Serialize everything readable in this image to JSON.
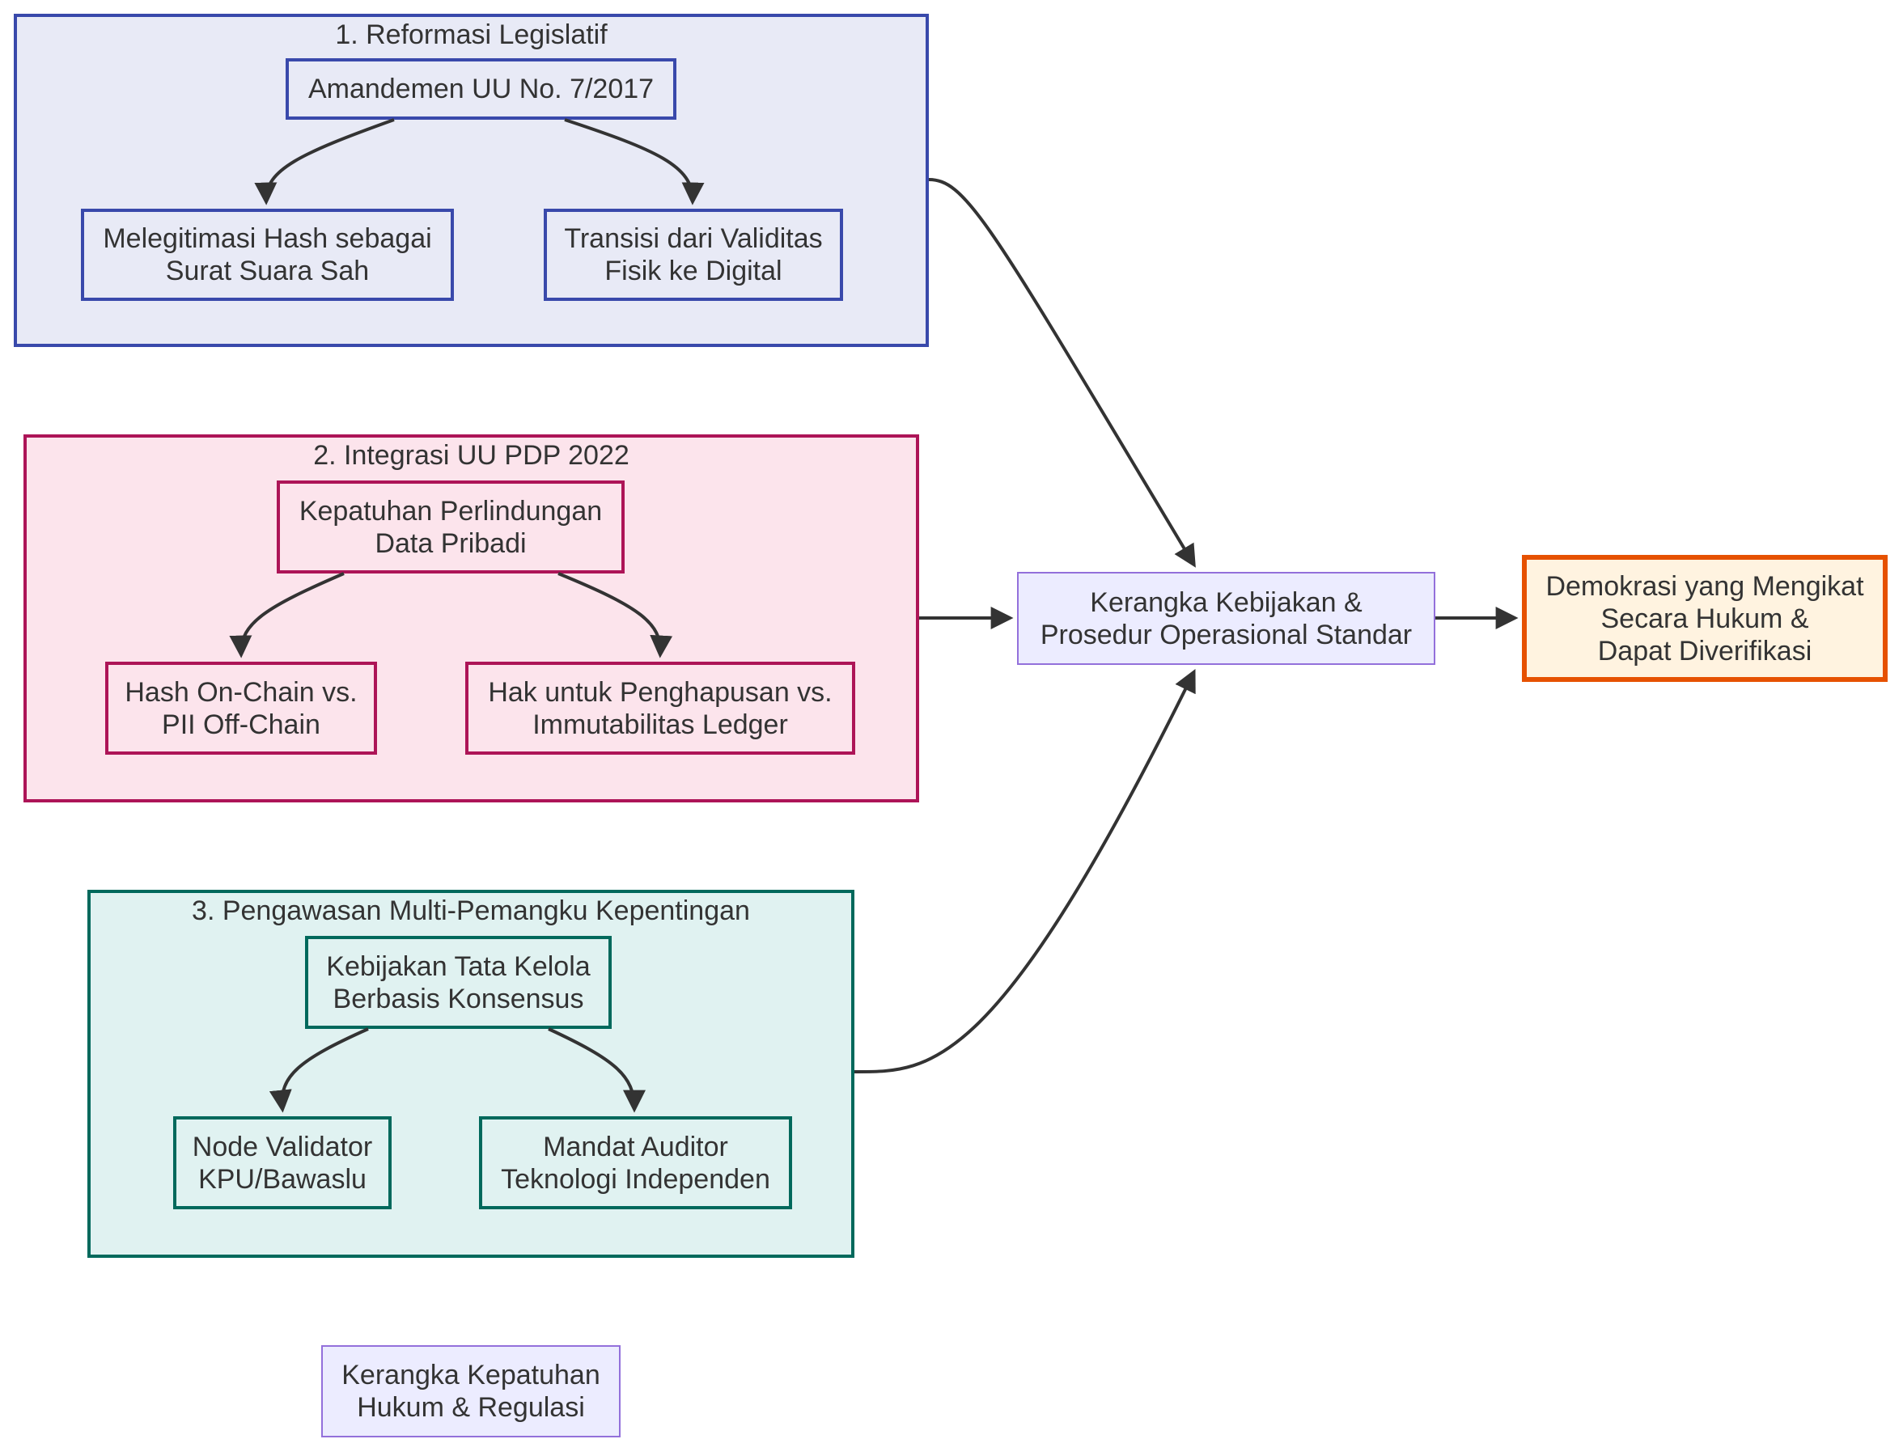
{
  "groups": [
    {
      "title": "1. Reformasi Legislatif",
      "colors": {
        "fill": "#e8eaf6",
        "stroke": "#3949ab"
      },
      "nodes": [
        "Amandemen UU No. 7/2017",
        "Melegitimasi Hash sebagai\nSurat Suara Sah",
        "Transisi dari Validitas\nFisik ke Digital"
      ]
    },
    {
      "title": "2. Integrasi UU PDP 2022",
      "colors": {
        "fill": "#fce4ec",
        "stroke": "#ad1457"
      },
      "nodes": [
        "Kepatuhan Perlindungan\nData Pribadi",
        "Hash On-Chain vs.\nPII Off-Chain",
        "Hak untuk Penghapusan vs.\nImmutabilitas Ledger"
      ]
    },
    {
      "title": "3. Pengawasan Multi-Pemangku Kepentingan",
      "colors": {
        "fill": "#e0f2f1",
        "stroke": "#00695c"
      },
      "nodes": [
        "Kebijakan Tata Kelola\nBerbasis Konsensus",
        "Node Validator\nKPU/Bawaslu",
        "Mandat Auditor\nTeknologi Independen"
      ]
    }
  ],
  "policy_node": {
    "label": "Kerangka Kebijakan &\nProsedur Operasional Standar",
    "colors": {
      "fill": "#ececff",
      "stroke": "#9370db"
    }
  },
  "outcome_node": {
    "label": "Demokrasi yang Mengikat\nSecara Hukum &\nDapat Diverifikasi",
    "colors": {
      "fill": "#fff3e0",
      "stroke": "#e65100"
    }
  },
  "footer_node": {
    "label": "Kerangka Kepatuhan\nHukum & Regulasi",
    "colors": {
      "fill": "#ececff",
      "stroke": "#9370db"
    }
  },
  "edge_color": "#333333"
}
